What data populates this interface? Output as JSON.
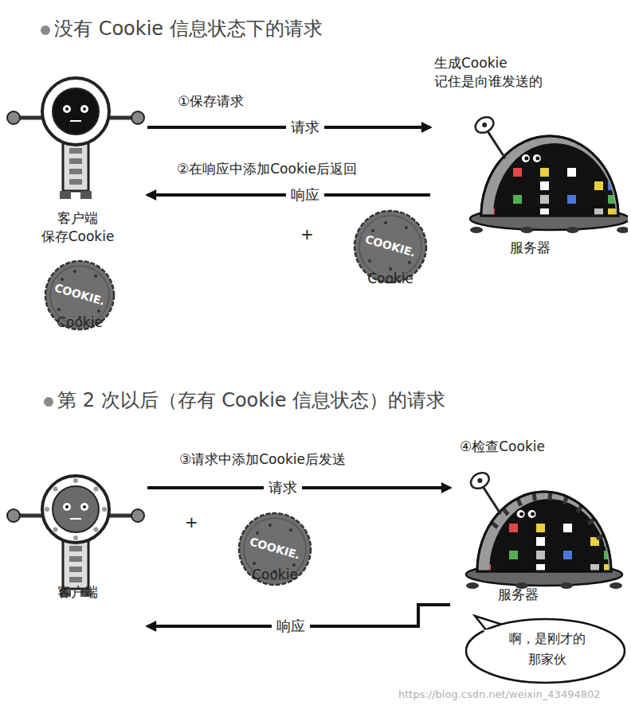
{
  "diagram": {
    "nodes": [
      {
        "text": [
          "客户端 保存Cookie"
        ]
      },
      {
        "text": [
          "生成Cookie 记住是向谁发送的",
          "服务器"
        ]
      },
      {
        "text": [
          "COOKIE.",
          "Cookie"
        ]
      },
      {
        "text": [
          "COOKIE.",
          "Cookie"
        ]
      },
      {
        "text": [
          "客户端"
        ]
      },
      {
        "text": [
          "COOKIE.",
          "Cookie"
        ]
      },
      {
        "text": [
          "④检查Cookie",
          "服务器"
        ]
      },
      {
        "text": [
          "啊，是刚才的 那家伙"
        ]
      }
    ],
    "edges": [
      {
        "from": 0,
        "to": 1,
        "arrow": "to",
        "label": "请求"
      },
      {
        "from": 1,
        "to": 0,
        "arrow": "to",
        "label": "响应"
      },
      {
        "from": 4,
        "to": 6,
        "arrow": "to",
        "label": "请求"
      },
      {
        "from": 6,
        "to": 4,
        "arrow": "to",
        "label": "响应"
      }
    ],
    "labels": [
      "没有 Cookie 信息状态下的请求",
      "①保存请求",
      "②在响应中添加Cookie后返回",
      "+",
      "第 2 次以后（存有 Cookie 信息状态）的请求",
      "③请求中添加Cookie后发送",
      "+",
      "https://blog.csdn.net/weixin_43494802"
    ]
  }
}
